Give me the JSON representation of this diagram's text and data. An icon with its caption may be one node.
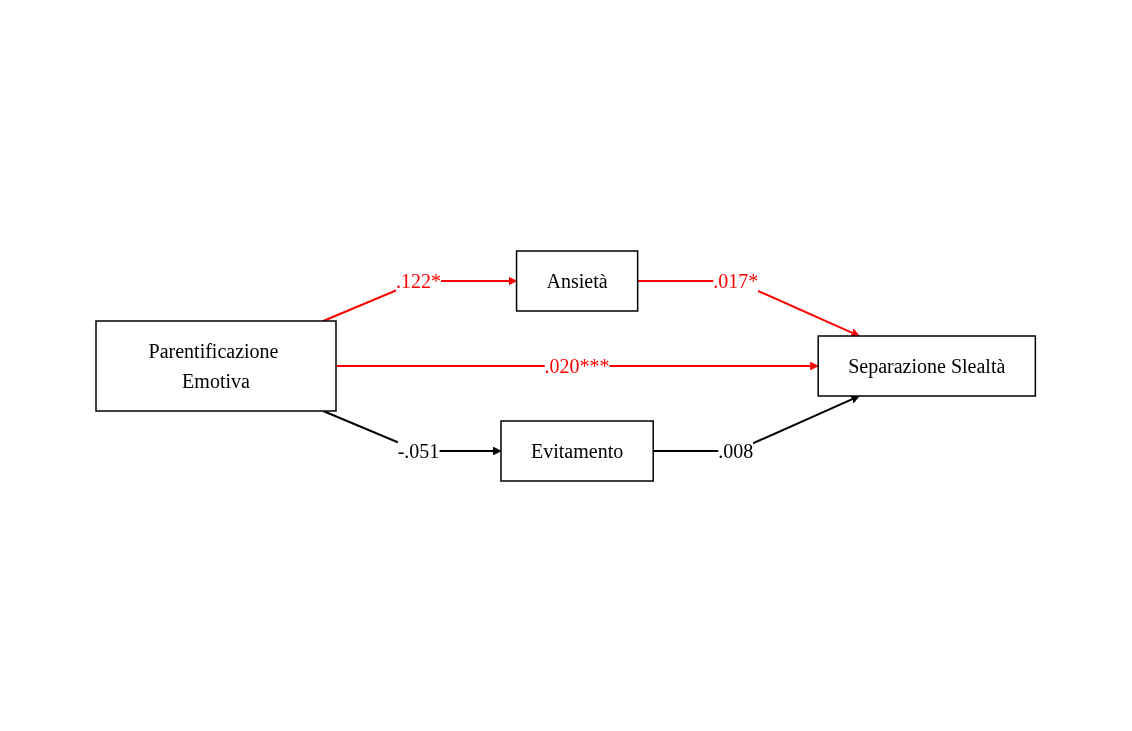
{
  "diagram": {
    "nodes": [
      {
        "text": [
          "Ansietà"
        ]
      },
      {
        "text": [
          "Parentificazione Emotiva"
        ]
      },
      {
        "text": [
          "Separazione Slealtà"
        ]
      },
      {
        "text": [
          "Evitamento"
        ]
      }
    ],
    "edges": [
      {
        "from": 1,
        "to": 0,
        "arrow": "to",
        "label": ".122*",
        "color": "#ff0000"
      },
      {
        "from": 0,
        "to": 2,
        "arrow": "to",
        "label": ".017*",
        "color": "#ff0000"
      },
      {
        "from": 1,
        "to": 2,
        "arrow": "to",
        "label": ".020***",
        "color": "#ff0000"
      },
      {
        "from": 1,
        "to": 3,
        "arrow": "to",
        "label": "-.051",
        "color": "#000000"
      },
      {
        "from": 3,
        "to": 2,
        "arrow": "to",
        "label": ".008",
        "color": "#000000"
      }
    ]
  }
}
